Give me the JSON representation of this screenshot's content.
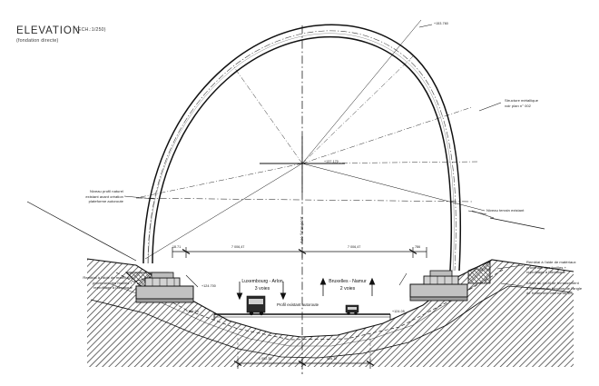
{
  "sheet": {
    "title": "ELEVATION",
    "subtitle": "(fondation directe)",
    "scale": "(ECH.:1/250)"
  },
  "annotations": {
    "steel_structure": "Structure métallique\nvoir plan n° 002",
    "backfill_left": "Remblai à l'aide de matériaux\nprovenant des fouilles +\nreprofilage à l'identique",
    "backfill_right": "Remblai à l'aide de matériaux\nprovenant des fouilles +\nreprofilage à l'identique",
    "slope_note": "Allure du profil de terrassement\nà confirmer en fonction de l'angle\nde frottement interne du sol",
    "natural_ground_left": "Niveau profil naturel\nexistant avant création\nplateforme autoroute",
    "existing_ground_right": "Niveau terrain existant",
    "highway_profile": "Profil existant autoroute",
    "axis_label": "Axe futur pont"
  },
  "lanes": {
    "left": "Luxembourg - Arlon\n3 voies",
    "right": "Bruxelles - Namur\n2 voies"
  },
  "levels": {
    "crown": "+153.760",
    "center": "+137.170",
    "abutment_left": "+124.700",
    "abutment_right": "+124.700",
    "road_left": "+124.05",
    "road_right": "+124.05"
  },
  "dimensions": {
    "upper": [
      "18.71",
      "7 006,47",
      "7 006,47",
      "786"
    ],
    "lower": [
      "1 092.38",
      "925.72"
    ]
  },
  "colors": {
    "line": "#111111",
    "hatch": "#3a3a3a",
    "concrete": "#b9b9b9",
    "paper": "#ffffff"
  }
}
